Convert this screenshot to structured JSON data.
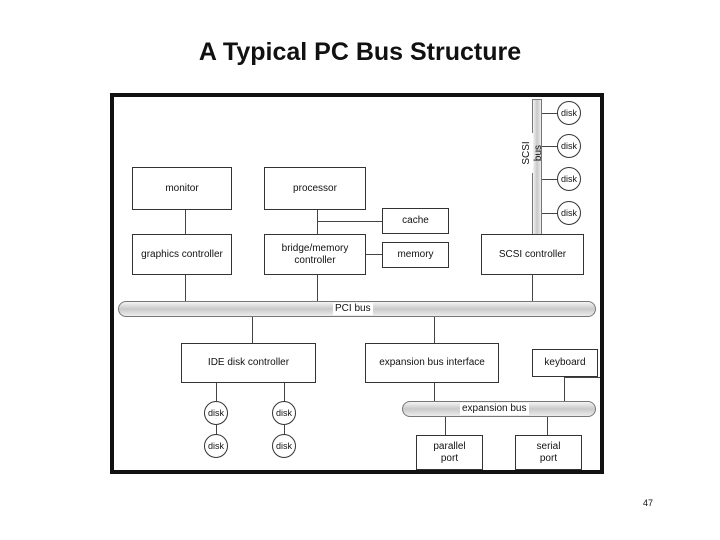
{
  "title": "A Typical PC Bus Structure",
  "page_number": "47",
  "diagram": {
    "monitor": "monitor",
    "processor": "processor",
    "cache": "cache",
    "graphics_controller": "graphics controller",
    "bridge_memory_controller": "bridge/memory\ncontroller",
    "memory": "memory",
    "scsi_controller": "SCSI controller",
    "pci_bus": "PCI bus",
    "scsi_bus": "SCSI bus",
    "ide_disk_controller": "IDE disk controller",
    "expansion_bus_interface": "expansion bus interface",
    "keyboard": "keyboard",
    "expansion_bus": "expansion bus",
    "parallel_port": "parallel\nport",
    "serial_port": "serial\nport",
    "disk_label": "disk"
  }
}
